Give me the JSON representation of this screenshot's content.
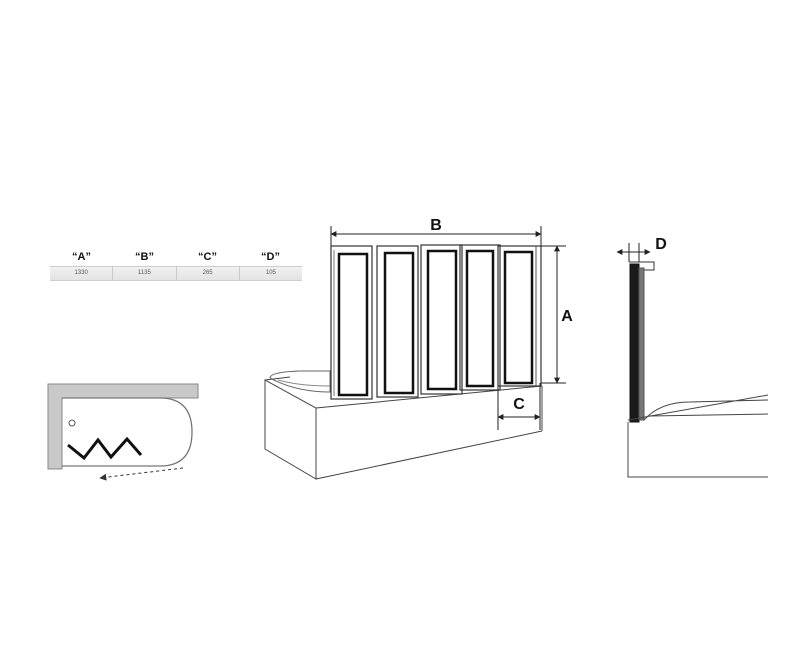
{
  "table": {
    "headers": [
      "“A”",
      "“B”",
      "“C”",
      "“D”"
    ],
    "values": [
      "1330",
      "1135",
      "265",
      "105"
    ]
  },
  "labels": {
    "a": "A",
    "b": "B",
    "c": "C",
    "d": "D"
  }
}
